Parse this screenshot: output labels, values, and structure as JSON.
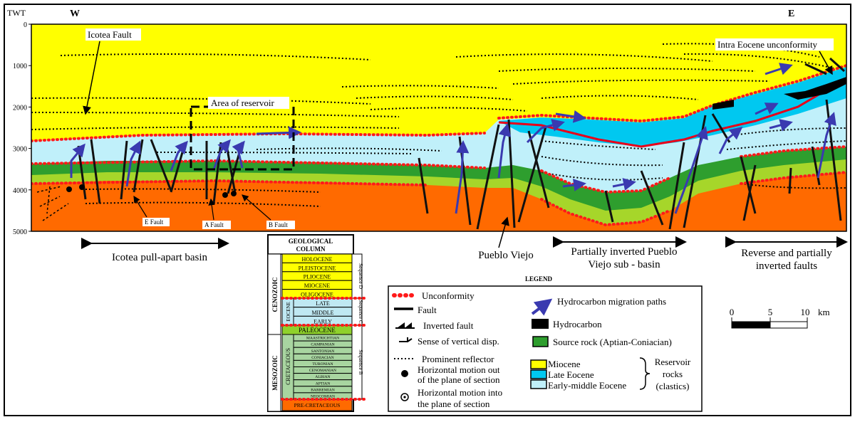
{
  "section": {
    "axis_label": "TWT",
    "twt_ticks": [
      "0",
      "1000",
      "2000",
      "3000",
      "4000",
      "5000"
    ],
    "west": "W",
    "east": "E"
  },
  "annotations": {
    "icotea_fault": "Icotea Fault",
    "area_of_reservoir": "Area of reservoir",
    "intra_eocene": "Intra Eocene unconformity",
    "e_fault": "E Fault",
    "a_fault": "A Fault",
    "b_fault": "B Fault"
  },
  "zones": {
    "icotea_basin": "Icotea pull-apart basin",
    "pueblo_viejo": "Pueblo Viejo",
    "inverted_line1": "Partially inverted Pueblo",
    "inverted_line2": "Viejo sub - basin",
    "reverse_line1": "Reverse and partially",
    "reverse_line2": "inverted faults"
  },
  "column": {
    "title_line1": "GEOLOGICAL",
    "title_line2": "COLUMN",
    "era_cenozoic": "CENOZOIC",
    "era_mesozoic": "MESOZOIC",
    "epoch_eocene": "EOCENE",
    "period_cretaceous": "CRETACEOUS",
    "cenozoic_units": [
      "HOLOCENE",
      "PLEISTOCENE",
      "PLIOCENE",
      "MIOCENE",
      "OLIGOCENE"
    ],
    "eocene_units": [
      "LATE",
      "MIDDLE",
      "EARLY"
    ],
    "paleocene": "PALEOCENE",
    "cretaceous_units": [
      "MAASTRICHTIAN",
      "CAMPANIAN",
      "SANTONIAN",
      "CONIACIAN",
      "TURONIAN",
      "CENOMANIAN",
      "ALBIAN",
      "APTIAN",
      "BARREMIAN",
      "NEOCOMIAN"
    ],
    "pre_cretaceous": "PRE-CRETACEOUS",
    "sequence_d": "Sequence D",
    "sequence_c": "Sequence C",
    "sequence_b": "Sequence B"
  },
  "legend": {
    "title": "LEGEND",
    "unconformity": "Unconformity",
    "fault": "Fault",
    "inverted_fault": "Inverted fault",
    "sense_disp": "Sense of vertical disp.",
    "reflector": "Prominent reflector",
    "motion_out_1": "Horizontal motion out",
    "motion_out_2": "of the plane of section",
    "motion_in_1": "Horizontal motion into",
    "motion_in_2": "the plane of section",
    "migration": "Hydrocarbon migration paths",
    "hydrocarbon": "Hydrocarbon",
    "source_rock": "Source rock (Aptian-Coniacian)",
    "miocene": "Miocene",
    "late_eocene": "Late Eocene",
    "early_middle_eocene": "Early-middle Eocene",
    "reservoir_1": "Reservoir",
    "reservoir_2": "rocks",
    "reservoir_3": "(clastics)"
  },
  "scale": {
    "ticks": [
      "0",
      "5",
      "10"
    ],
    "unit": "km"
  },
  "colors": {
    "miocene": "#ffff00",
    "late_eocene": "#00c8f0",
    "early_middle_eocene": "#c0f0fa",
    "source_rock": "#2e9e2e",
    "lower_green": "#a6d62a",
    "basement": "#ff6a00",
    "unconformity": "#ff1a1a",
    "fault": "#111111",
    "migration": "#3a3ab0",
    "column_cenozoic": "#ffff00",
    "column_eocene": "#bfe8f2",
    "column_paleocene": "#8fd12b",
    "column_cretaceous": "#a8d5a0",
    "column_pre_cretaceous": "#ff6a00"
  }
}
